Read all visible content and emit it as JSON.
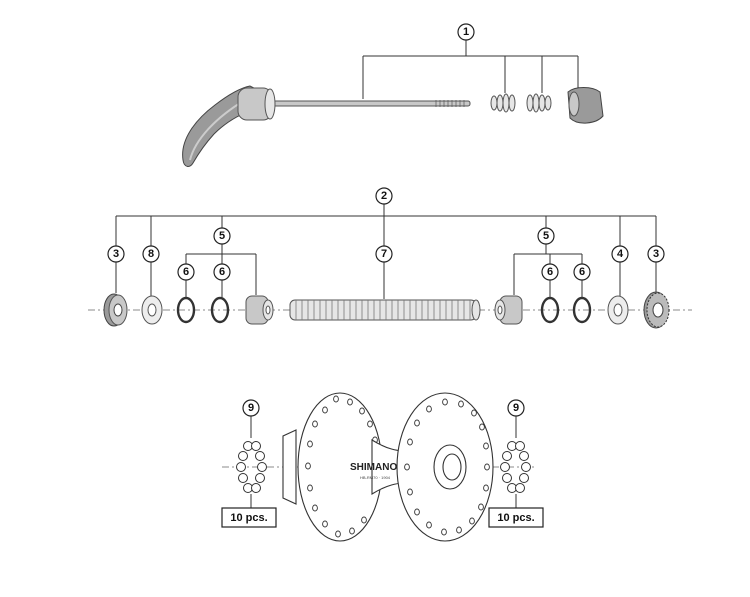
{
  "callouts": {
    "c1": "1",
    "c2": "2",
    "c3a": "3",
    "c8": "8",
    "c5a": "5",
    "c6a": "6",
    "c6b": "6",
    "c7": "7",
    "c5b": "5",
    "c6c": "6",
    "c6d": "6",
    "c4": "4",
    "c3b": "3",
    "c9a": "9",
    "c9b": "9"
  },
  "quantities": {
    "left": "10 pcs.",
    "right": "10 pcs."
  },
  "hub_markings": {
    "brand": "SHIMANO",
    "model": "HB-RM70 · 1904"
  }
}
